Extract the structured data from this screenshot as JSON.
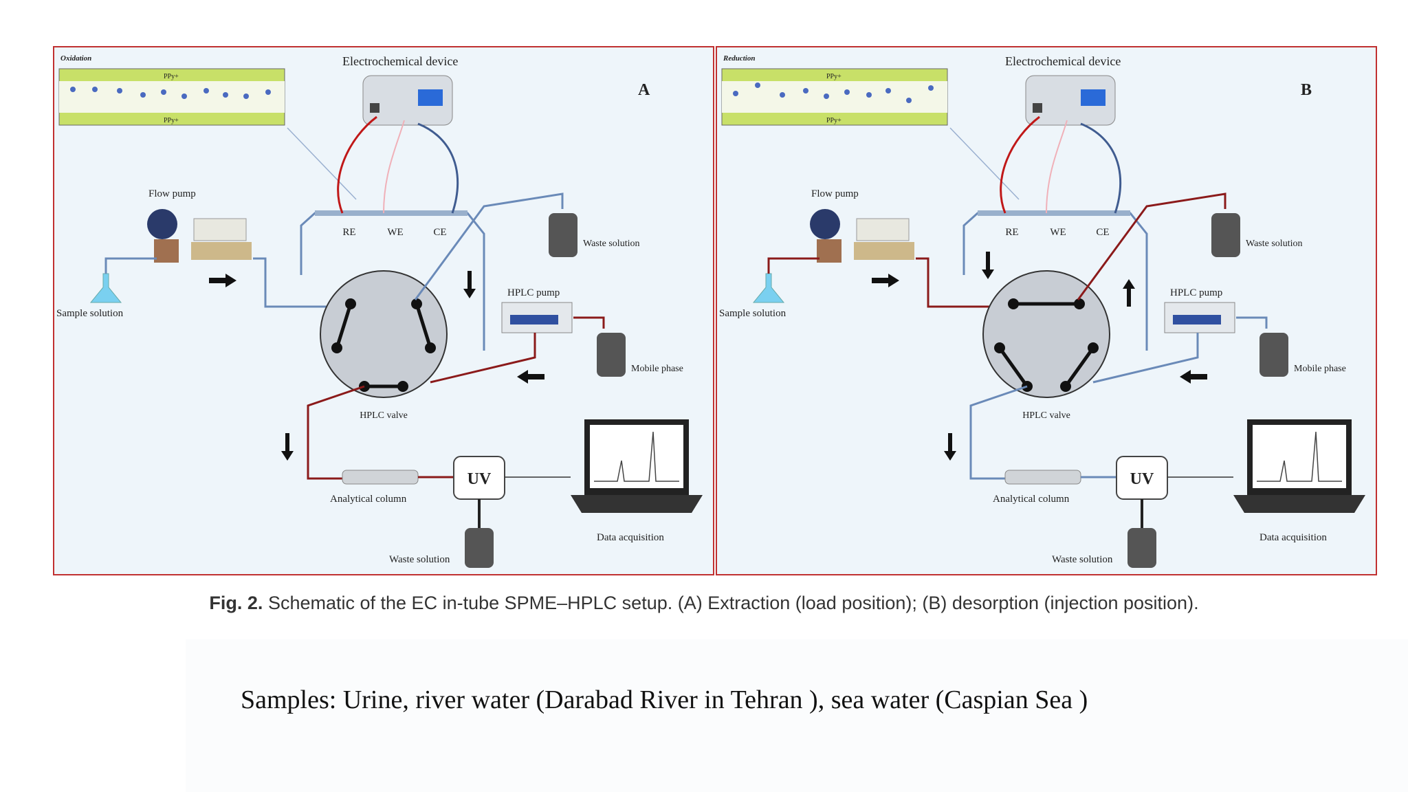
{
  "panels": [
    {
      "letter": "A",
      "mode": "Oxidation",
      "electrochemical_device": "Electrochemical device",
      "flow_pump": "Flow pump",
      "electrodes": [
        "RE",
        "WE",
        "CE"
      ],
      "waste_solution_top": "Waste solution",
      "hplc_pump": "HPLC pump",
      "sample_solution": "Sample solution",
      "mobile_phase": "Mobile phase",
      "hplc_valve": "HPLC valve",
      "analytical_column": "Analytical column",
      "uv": "UV",
      "waste_solution_bottom": "Waste solution",
      "data_acquisition": "Data acquisition",
      "ppy_top": "PPy+",
      "ppy_bottom": "PPy+"
    },
    {
      "letter": "B",
      "mode": "Reduction",
      "electrochemical_device": "Electrochemical device",
      "flow_pump": "Flow pump",
      "electrodes": [
        "RE",
        "WE",
        "CE"
      ],
      "waste_solution_top": "Waste solution",
      "hplc_pump": "HPLC pump",
      "sample_solution": "Sample solution",
      "mobile_phase": "Mobile phase",
      "hplc_valve": "HPLC valve",
      "analytical_column": "Analytical column",
      "uv": "UV",
      "waste_solution_bottom": "Waste solution",
      "data_acquisition": "Data acquisition",
      "ppy_top": "PPy+",
      "ppy_bottom": "PPy+"
    }
  ],
  "caption": {
    "label": "Fig. 2.",
    "text": "Schematic of the EC in-tube SPME–HPLC setup. (A) Extraction (load position); (B) desorption (injection position)."
  },
  "notes": "Samples: Urine, river water (Darabad River in Tehran ), sea water (Caspian Sea )",
  "colors": {
    "panel_border": "#c03030",
    "panel_bg": "#eef5fa",
    "tube_red": "#8b1a1a",
    "tube_blue": "#6a8ab8",
    "valve_fill": "#c8cdd4",
    "film_green": "#c8e068"
  }
}
